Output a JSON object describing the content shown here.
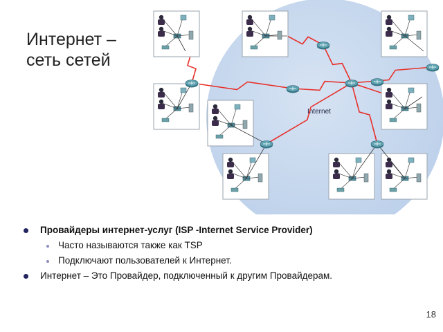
{
  "slide": {
    "title_line1": "Интернет –",
    "title_line2": "сеть сетей",
    "page_number": "18"
  },
  "diagram": {
    "cloud_label": "Internet",
    "cloud_color": "#c7d8ee",
    "link_color": "#e8302a"
  },
  "bullets": [
    {
      "text": "Провайдеры интернет-услуг (ISP -Internet Service Provider)"
    },
    {
      "text": "Часто называются также как TSP"
    },
    {
      "text": "Подключают пользователей к Интернет."
    },
    {
      "text": "Интернет – Это Провайдер, подключенный к другим Провайдерам."
    }
  ]
}
